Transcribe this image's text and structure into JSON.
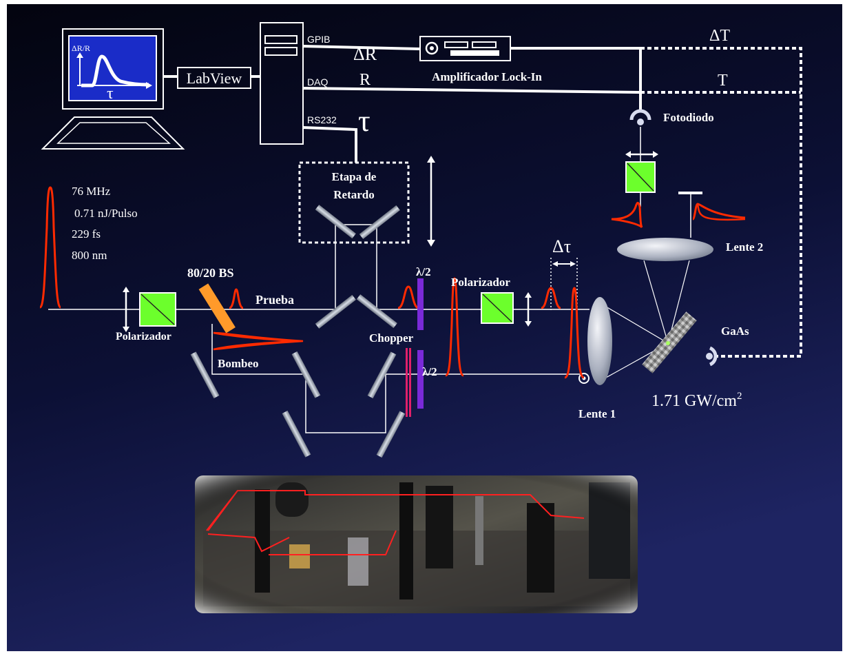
{
  "colors": {
    "background_top": "#05071a",
    "background_bottom": "#1c2058",
    "beam": "#ffffff",
    "pulse": "#ff2a00",
    "polarizer_fill": "#6cff2c",
    "beamsplitter": "#ff9a2a",
    "waveplate": "#7a2ad8",
    "chopper": "#e0206a",
    "monitor_screen": "#1a2cc8"
  },
  "computer": {
    "screen_ylabel": "ΔR/R",
    "screen_xlabel": "τ",
    "software_label": "LabView"
  },
  "pc_ports": {
    "gpib": "GPIB",
    "daq": "DAQ",
    "rs232": "RS232"
  },
  "signals": {
    "delta_r": "ΔR",
    "r": "R",
    "tau": "τ",
    "delta_t": "ΔT",
    "t": "T"
  },
  "instruments": {
    "lockin": "Amplificador Lock-In",
    "photodiode": "Fotodiodo",
    "delay_stage_line1": "Etapa de",
    "delay_stage_line2": "Retardo"
  },
  "laser_specs": {
    "rep_rate": "76 MHz",
    "energy": "0.71 nJ/Pulso",
    "duration": "229 fs",
    "wavelength": "800 nm"
  },
  "components": {
    "beamsplitter": "80/20 BS",
    "probe": "Prueba",
    "pump": "Bombeo",
    "polarizer_left": "Polarizador",
    "polarizer_right": "Polarizador",
    "halfwave_top": "λ/2",
    "halfwave_bottom": "λ/2",
    "chopper": "Chopper",
    "delay": "Δτ",
    "lens1": "Lente 1",
    "lens2": "Lente 2",
    "sample": "GaAs",
    "intensity_value": "1.71 GW/cm",
    "intensity_exp": "2"
  }
}
